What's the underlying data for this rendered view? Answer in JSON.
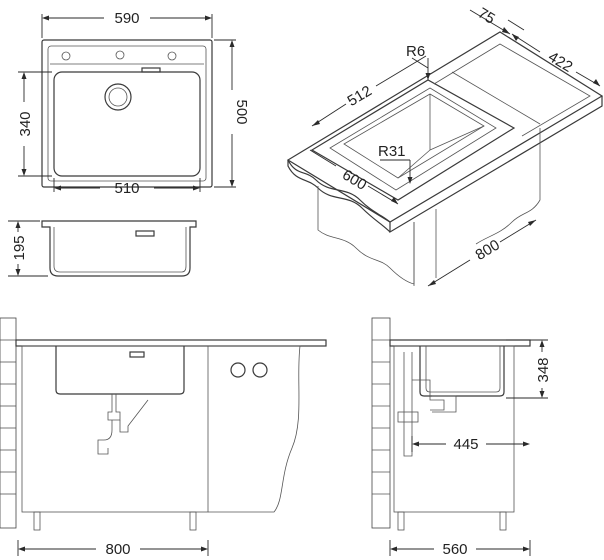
{
  "dimensions": {
    "width_top": "590",
    "height_top": "500",
    "bowl_width": "510",
    "bowl_height": "340",
    "depth": "195",
    "iso_edge_75": "75",
    "iso_422": "422",
    "iso_r6": "R6",
    "iso_512": "512",
    "iso_r31": "R31",
    "iso_600": "600",
    "iso_800": "800",
    "cabinet_800": "800",
    "cabinet_560": "560",
    "drain_348": "348",
    "drain_445": "445"
  },
  "colors": {
    "line": "#3a3a3a",
    "background": "#ffffff"
  }
}
